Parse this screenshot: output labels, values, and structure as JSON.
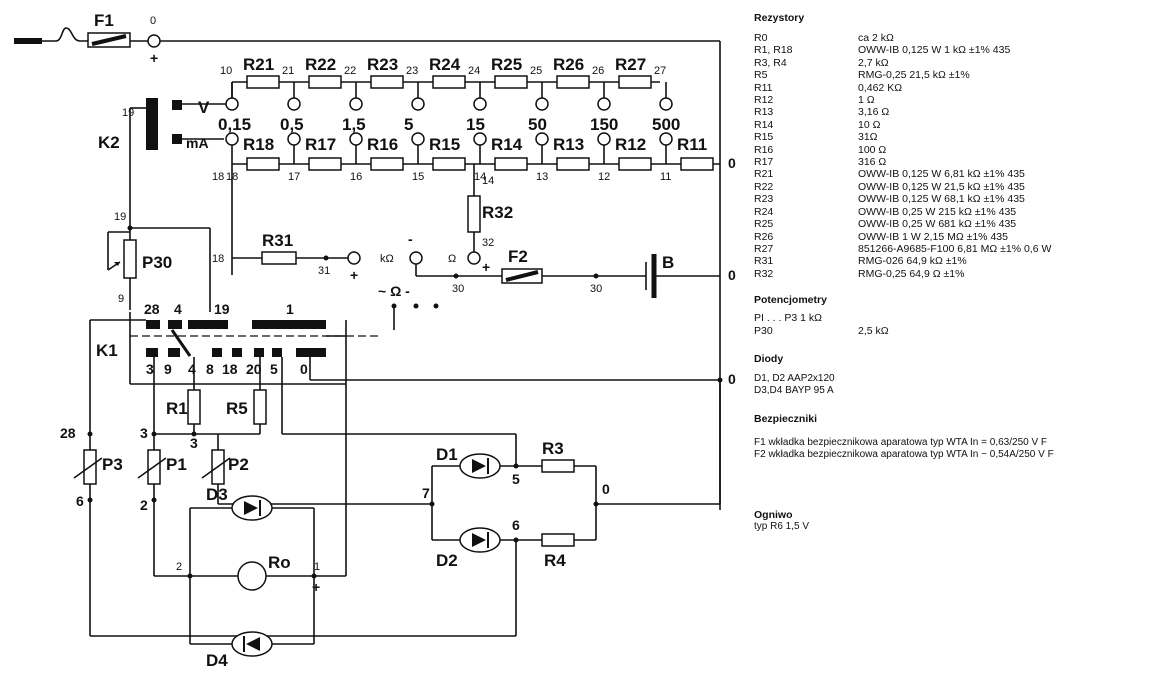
{
  "schematic": {
    "fuse1": "F1",
    "fuse2": "F2",
    "battery": "B",
    "switch_k1": "K1",
    "switch_k2": "K2",
    "mode_v": "V",
    "mode_ma": "mA",
    "mode_kohm": "kΩ",
    "mode_ohm": "Ω",
    "plus": "+",
    "minus": "-",
    "ac_dc": "~ Ω -",
    "volt_resistors": [
      "R21",
      "R22",
      "R23",
      "R24",
      "R25",
      "R26",
      "R27"
    ],
    "volt_nodes": [
      "10",
      "21",
      "22",
      "23",
      "24",
      "25",
      "26",
      "27"
    ],
    "ranges": [
      "0,15",
      "0,5",
      "1,5",
      "5",
      "15",
      "50",
      "150",
      "500"
    ],
    "shunt_resistors": [
      "R18",
      "R17",
      "R16",
      "R15",
      "R14",
      "R13",
      "R12",
      "R11"
    ],
    "shunt_nodes": [
      "18",
      "17",
      "16",
      "15",
      "14",
      "13",
      "12",
      "11"
    ],
    "zero": "0",
    "r32": "R32",
    "r31": "R31",
    "n32": "32",
    "n31": "31",
    "n30": "30",
    "n19": "19",
    "n18": "18",
    "n9": "9",
    "n28": "28",
    "n4": "4",
    "n1": "1",
    "n3": "3",
    "n8": "8",
    "n20": "20",
    "n5": "5",
    "n2": "2",
    "n6": "6",
    "n7": "7",
    "p30": "P30",
    "p1": "P1",
    "p2": "P2",
    "p3": "P3",
    "r1": "R1",
    "r5": "R5",
    "r3": "R3",
    "r4": "R4",
    "d1": "D1",
    "d2": "D2",
    "d3": "D3",
    "d4": "D4",
    "ro": "Ro"
  },
  "legend": {
    "resistors_title": "Rezystory",
    "resistors": [
      [
        "R0",
        "ca 2 kΩ"
      ],
      [
        "R1, R18",
        "OWW-IB 0,125 W 1 kΩ ±1% 435"
      ],
      [
        "R3, R4",
        "2,7 kΩ"
      ],
      [
        "R5",
        "RMG-0,25 21,5 kΩ ±1%"
      ],
      [
        "R11",
        "0,462 KΩ"
      ],
      [
        "R12",
        "1 Ω"
      ],
      [
        "R13",
        "3,16 Ω"
      ],
      [
        "R14",
        "10 Ω"
      ],
      [
        "R15",
        "31Ω"
      ],
      [
        "R16",
        "100 Ω"
      ],
      [
        "R17",
        "316 Ω"
      ],
      [
        "R21",
        "OWW-IB 0,125 W 6,81 kΩ ±1% 435"
      ],
      [
        "R22",
        "OWW-IB 0,125 W 21,5 kΩ ±1% 435"
      ],
      [
        "R23",
        "OWW-IB 0,125 W 68,1 kΩ ±1% 435"
      ],
      [
        "R24",
        "OWW-IB 0,25 W 215 kΩ ±1% 435"
      ],
      [
        "R25",
        "OWW-IB 0,25 W 681 kΩ ±1% 435"
      ],
      [
        "R26",
        "OWW-IB 1 W 2,15 MΩ ±1% 435"
      ],
      [
        "R27",
        "851266-A9685-F100 6,81 MΩ ±1% 0,6 W"
      ],
      [
        "R31",
        "RMG-026 64,9 kΩ ±1%"
      ],
      [
        "R32",
        "RMG-0,25 64,9 Ω ±1%"
      ]
    ],
    "pots_title": "Potencjometry",
    "pots": [
      [
        "PI . . . P3 1 kΩ",
        ""
      ],
      [
        "P30",
        "2,5 kΩ"
      ]
    ],
    "diodes_title": "Diody",
    "diodes": [
      "D1, D2 AAP2x120",
      "D3,D4 BAYP 95 A"
    ],
    "fuses_title": "Bezpieczniki",
    "fuses": [
      "F1 wkładka bezpiecznikowa aparatowa typ WTA In = 0,63/250 V F",
      "F2 wkładka bezpiecznikowa aparatowa typ WTA In ~ 0,54A/250 V F"
    ],
    "cell_title": "Ogniwo",
    "cell": "typ R6 1,5 V"
  }
}
